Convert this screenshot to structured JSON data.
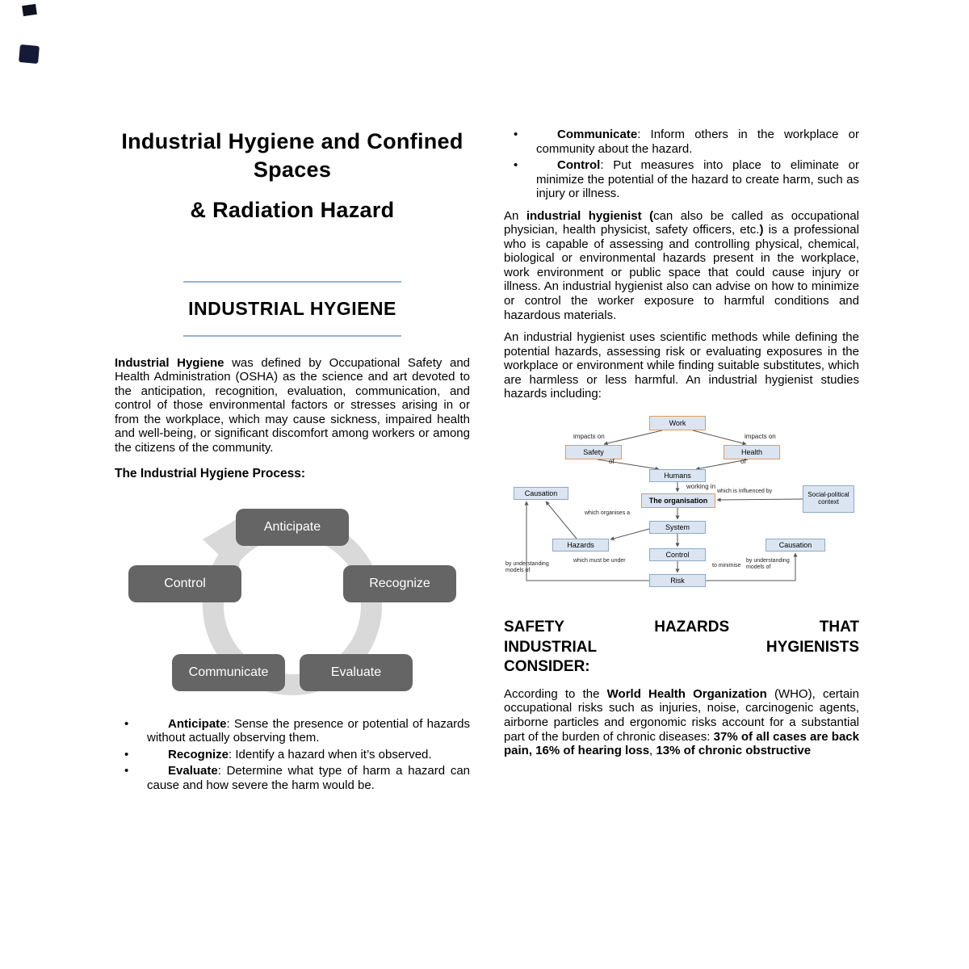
{
  "colors": {
    "accent_line": "#95b3d7",
    "process_box": "#656565",
    "process_ring": "#d9d9d9",
    "flow_box_fill": "#dbe5f1",
    "flow_box_border": "#8ea9c8",
    "flow_accent_border": "#e09a5e",
    "text": "#000000",
    "page_background": "#ffffff"
  },
  "left_column": {
    "title": "Industrial Hygiene and Confined Spaces",
    "subtitle": "& Radiation Hazard",
    "section_heading": "INDUSTRIAL HYGIENE",
    "intro": {
      "lead_bold": "Industrial Hygiene",
      "body": " was defined by Occupational Safety and Health Administration (OSHA) as the science and art devoted to the anticipation, recognition, evaluation, communication, and control of those environmental factors or stresses arising in or from the workplace, which may cause sickness, impaired health and well-being, or significant discomfort among workers or among the citizens of the community."
    },
    "process_label": "The Industrial Hygiene Process:",
    "process_steps": [
      "Anticipate",
      "Recognize",
      "Control",
      "Communicate",
      "Evaluate"
    ],
    "bullets": [
      {
        "term": "Anticipate",
        "rest": ": Sense the presence or potential of hazards without actually observing them."
      },
      {
        "term": "Recognize",
        "rest": ": Identify a hazard when it’s observed."
      },
      {
        "term": "Evaluate",
        "rest": ": Determine what type of harm a hazard can cause and how severe the harm would be."
      }
    ]
  },
  "right_column": {
    "bullets": [
      {
        "term": "Communicate",
        "rest": ": Inform others in the workplace or community about the hazard."
      },
      {
        "term": "Control",
        "rest": ": Put measures into place to eliminate or minimize the potential of the hazard to create harm, such as injury or illness."
      }
    ],
    "p1": {
      "s0": "An ",
      "s1": "industrial hygienist (",
      "s2": "can also be called as occupational physician, health physicist, safety officers, etc.",
      "s3": ")",
      "s4": " is a professional who is capable of assessing and controlling physical, chemical, biological or environmental hazards present in the workplace, work environment or public space that could cause injury or illness. An industrial hygienist also can advise on how to minimize or control the worker exposure to harmful conditions and hazardous materials."
    },
    "p2": "An industrial hygienist uses scientific methods while defining the potential hazards, assessing risk or evaluating exposures in the workplace or environment while finding suitable substitutes, which are harmless or less harmful. An industrial hygienist studies hazards including:",
    "flowchart": {
      "boxes": {
        "work": "Work",
        "safety": "Safety",
        "health": "Health",
        "humans": "Humans",
        "causation_left": "Causation",
        "organisation": "The organisation",
        "social_context": "Social-political context",
        "system": "System",
        "hazards": "Hazards",
        "causation_right": "Causation",
        "control": "Control",
        "risk": "Risk"
      },
      "labels": {
        "impacts_left": "impacts on",
        "impacts_right": "impacts on",
        "of_left": "of",
        "of_right": "of",
        "working_in": "working in",
        "influenced_by": "which is influenced by",
        "organises": "which organises a",
        "must_be_under": "which must be under",
        "to_minimise": "to minimise",
        "models_left": "by understanding models of",
        "models_right": "by understanding models of"
      }
    },
    "heading2_lines": [
      "SAFETY HAZARDS THAT",
      "INDUSTRIAL HYGIENISTS",
      "CONSIDER:"
    ],
    "p3": {
      "s0": "According to the ",
      "s1": "World Health Organization",
      "s2": " (WHO), certain occupational risks such as injuries, noise, carcinogenic agents, airborne particles and ergonomic risks account for a substantial part of the burden of chronic diseases: ",
      "s3": "37% of all cases are back pain, 16% of hearing loss",
      "s4": ", ",
      "s5": "13% of chronic obstructive"
    }
  }
}
